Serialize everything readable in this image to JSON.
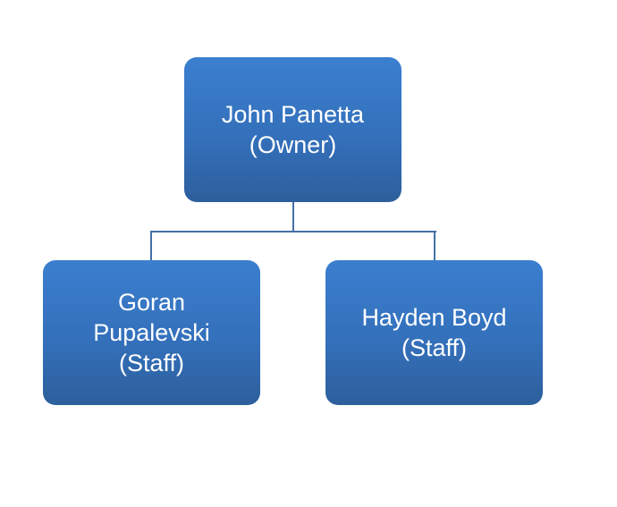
{
  "root": {
    "name": "John Panetta",
    "role": "(Owner)"
  },
  "children": [
    {
      "name": "Goran Pupalevski",
      "role": "(Staff)"
    },
    {
      "name": "Hayden Boyd",
      "role": "(Staff)"
    }
  ],
  "colors": {
    "box_top": "#3b7fcf",
    "box_bottom": "#2d5f9c",
    "connector": "#4470a6"
  }
}
